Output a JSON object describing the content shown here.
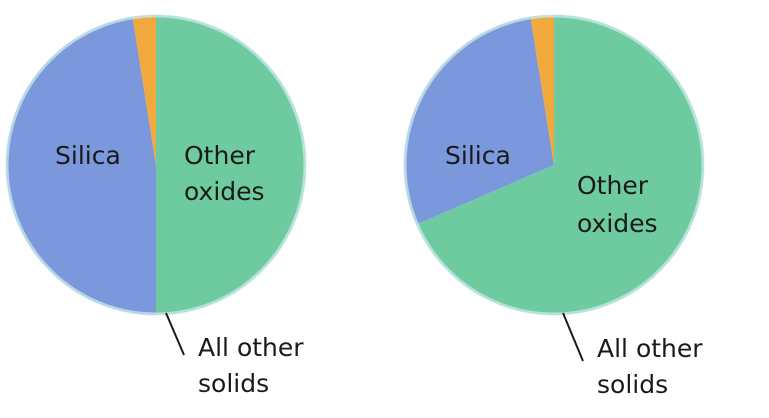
{
  "chart_data": [
    {
      "type": "pie",
      "slices": [
        {
          "label": "Silica",
          "value": 50,
          "color": "#6dcb9f"
        },
        {
          "label": "Other oxides",
          "value": 47.5,
          "color": "#7b98dc"
        },
        {
          "label": "All other solids",
          "value": 2.5,
          "color": "#f2a93c"
        }
      ]
    },
    {
      "type": "pie",
      "slices": [
        {
          "label": "Silica",
          "value": 68.5,
          "color": "#6dcb9f"
        },
        {
          "label": "Other oxides",
          "value": 29,
          "color": "#7b98dc"
        },
        {
          "label": "All other solids",
          "value": 2.5,
          "color": "#f2a93c"
        }
      ]
    }
  ],
  "labels": {
    "silica": "Silica",
    "other_line1": "Other",
    "other_line2": "oxides",
    "all_other_line1": "All other",
    "all_other_line2": "solids"
  },
  "colors": {
    "rim": "#c7e7ea"
  }
}
